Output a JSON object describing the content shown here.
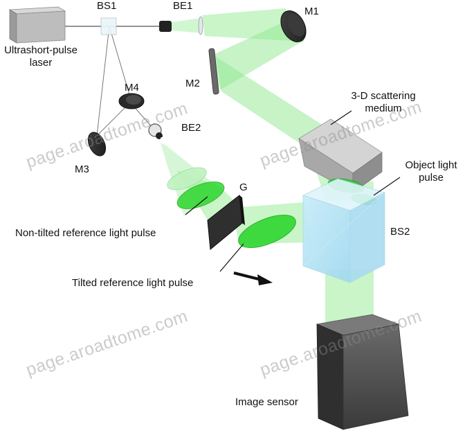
{
  "labels": {
    "laser": "Ultrashort-pulse\nlaser",
    "bs1": "BS1",
    "be1": "BE1",
    "m1": "M1",
    "m2": "M2",
    "m3": "M3",
    "m4": "M4",
    "be2": "BE2",
    "g": "G",
    "bs2": "BS2",
    "scattering": "3-D scattering\nmedium",
    "object_pulse": "Object light\npulse",
    "non_tilted": "Non-tilted reference light pulse",
    "tilted": "Tilted reference light pulse",
    "sensor": "Image sensor"
  },
  "watermark": "page.aroadtome.com",
  "colors": {
    "beam": "#7ee87e",
    "pulse": "#2fd62f",
    "cube": "#b9e6f5",
    "sensor": "#555555",
    "medium": "#b0b0b0",
    "lines": "#222222"
  }
}
